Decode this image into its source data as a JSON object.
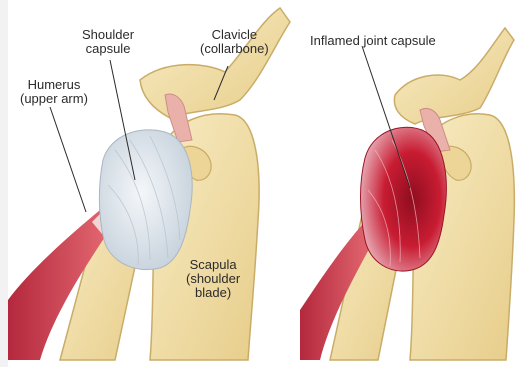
{
  "left_panel": {
    "labels": {
      "shoulder_capsule": [
        "Shoulder",
        "capsule"
      ],
      "clavicle": [
        "Clavicle",
        "(collarbone)"
      ],
      "humerus": [
        "Humerus",
        "(upper arm)"
      ],
      "scapula": [
        "Scapula",
        "(shoulder",
        "blade)"
      ]
    }
  },
  "right_panel": {
    "labels": {
      "inflamed_capsule": "Inflamed joint capsule"
    }
  },
  "colors": {
    "bone": "#f3dfa6",
    "bone_shadow": "#d8bd78",
    "capsule": "#dfe6ec",
    "muscle": "#cf3b4d",
    "inflamed": "#c1182e",
    "ligament": "#e7a7a3",
    "outline": "#b89a58"
  }
}
